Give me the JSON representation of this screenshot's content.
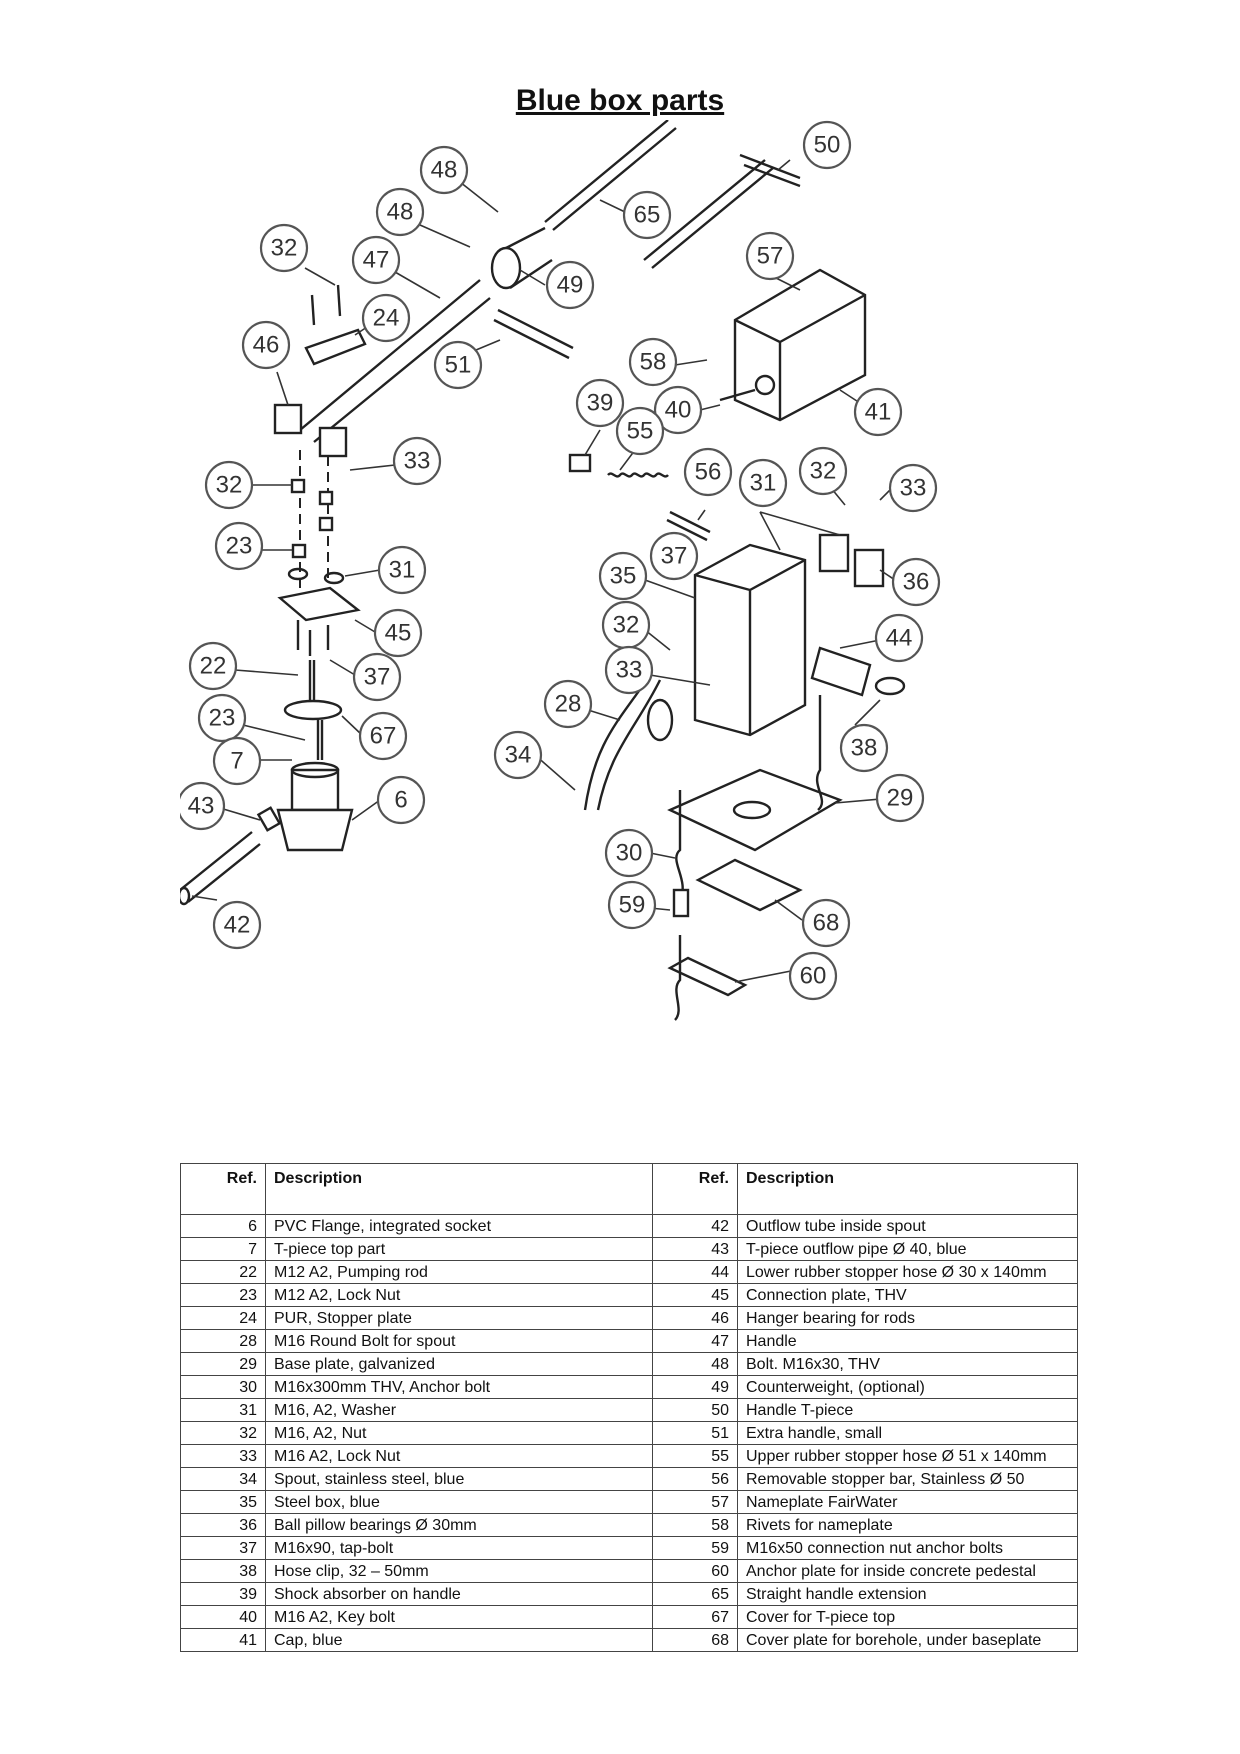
{
  "title": "Blue box parts",
  "table": {
    "headers": [
      "Ref.",
      "Description",
      "Ref.",
      "Description"
    ],
    "rows": [
      [
        "6",
        "PVC Flange, integrated socket",
        "42",
        "Outflow tube inside spout"
      ],
      [
        "7",
        "T-piece top part",
        "43",
        "T-piece outflow pipe Ø 40, blue"
      ],
      [
        "22",
        "M12 A2, Pumping rod",
        "44",
        "Lower rubber stopper hose Ø 30 x 140mm"
      ],
      [
        "23",
        "M12 A2, Lock Nut",
        "45",
        "Connection plate, THV"
      ],
      [
        "24",
        "PUR, Stopper plate",
        "46",
        "Hanger bearing for rods"
      ],
      [
        "28",
        "M16 Round Bolt for spout",
        "47",
        "Handle"
      ],
      [
        "29",
        "Base plate, galvanized",
        "48",
        "Bolt. M16x30, THV"
      ],
      [
        "30",
        "M16x300mm THV, Anchor bolt",
        "49",
        "Counterweight, (optional)"
      ],
      [
        "31",
        "M16, A2, Washer",
        "50",
        "Handle T-piece"
      ],
      [
        "32",
        "M16, A2, Nut",
        "51",
        "Extra handle, small"
      ],
      [
        "33",
        "M16 A2, Lock Nut",
        "55",
        "Upper rubber stopper hose Ø 51 x 140mm"
      ],
      [
        "34",
        "Spout, stainless steel, blue",
        "56",
        "Removable stopper bar, Stainless Ø 50"
      ],
      [
        "35",
        "Steel box, blue",
        "57",
        "Nameplate FairWater"
      ],
      [
        "36",
        "Ball pillow bearings Ø 30mm",
        "58",
        "Rivets for nameplate"
      ],
      [
        "37",
        "M16x90, tap-bolt",
        "59",
        "M16x50 connection nut anchor bolts"
      ],
      [
        "38",
        "Hose clip, 32 – 50mm",
        "60",
        "Anchor plate for inside concrete pedestal"
      ],
      [
        "39",
        "Shock absorber on handle",
        "65",
        "Straight handle extension"
      ],
      [
        "40",
        "M16 A2, Key bolt",
        "67",
        "Cover for T-piece top"
      ],
      [
        "41",
        "Cap, blue",
        "68",
        "Cover plate for borehole, under baseplate"
      ]
    ]
  },
  "callouts": [
    "48",
    "48",
    "50",
    "65",
    "32",
    "47",
    "57",
    "49",
    "24",
    "46",
    "51",
    "58",
    "39",
    "40",
    "41",
    "55",
    "33",
    "32",
    "56",
    "31",
    "32",
    "33",
    "23",
    "31",
    "37",
    "35",
    "36",
    "45",
    "32",
    "44",
    "22",
    "37",
    "33",
    "28",
    "23",
    "67",
    "34",
    "38",
    "7",
    "6",
    "29",
    "43",
    "30",
    "59",
    "68",
    "42",
    "60"
  ]
}
